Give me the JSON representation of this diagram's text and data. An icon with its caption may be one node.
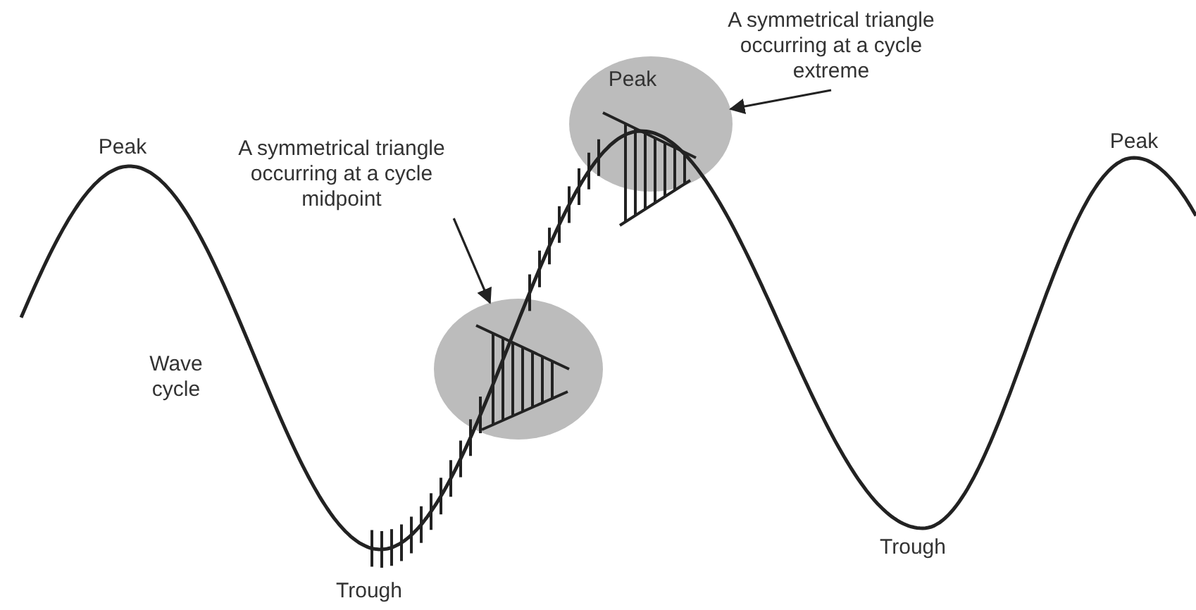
{
  "diagram": {
    "nodes": [
      {
        "text": [
          "A symmetrical triangle occurring at a cycle midpoint"
        ]
      },
      {
        "text": [],
        "shape": "circle"
      },
      {
        "text": [
          "A symmetrical triangle occurring at a cycle extreme"
        ]
      },
      {
        "text": [],
        "shape": "circle"
      }
    ],
    "edges": [
      {
        "from": 0,
        "to": 1,
        "arrow": "to"
      },
      {
        "from": 2,
        "to": 3,
        "arrow": "to"
      }
    ],
    "labels": [
      "Peak",
      "Wave cycle",
      "Trough",
      "Peak",
      "Trough",
      "Peak"
    ]
  }
}
